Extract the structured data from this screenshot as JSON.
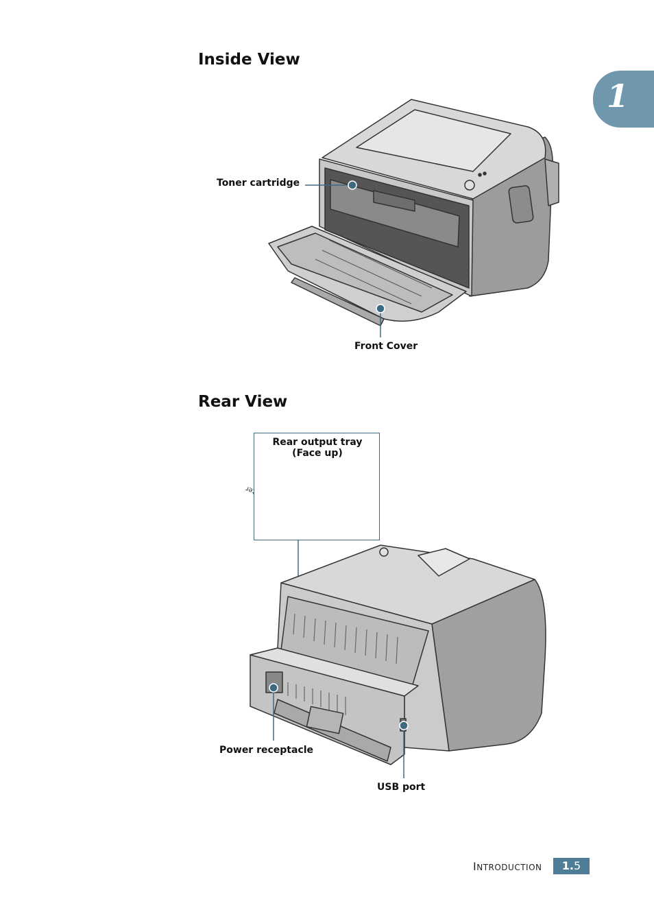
{
  "headings": {
    "inside_view": "Inside View",
    "rear_view": "Rear View"
  },
  "chapter_tab": "1",
  "inside_labels": {
    "toner_cartridge": "Toner cartridge",
    "front_cover": "Front Cover"
  },
  "rear_labels": {
    "rear_output_tray_line1": "Rear output tray",
    "rear_output_tray_line2": "(Face up)",
    "paper_text": "Samsung printer",
    "power_receptacle": "Power receptacle",
    "usb_port": "USB port"
  },
  "footer": {
    "section_first": "I",
    "section_rest": "NTRODUCTION",
    "page_bold": "1.",
    "page_num": "5"
  },
  "colors": {
    "accent": "#4f7d97",
    "tab": "#6f97ad",
    "callout": "#3d6a82"
  }
}
